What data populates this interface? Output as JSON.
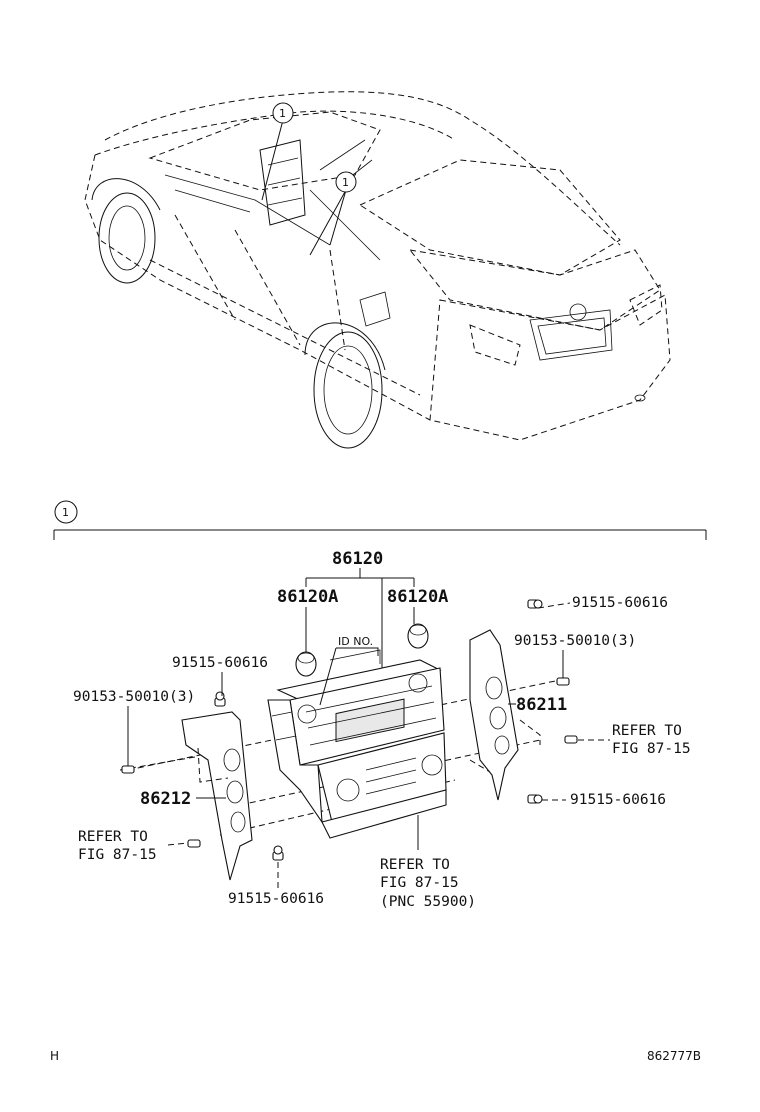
{
  "figure_number": "862777B",
  "page_letter": "H",
  "car_view": {
    "detail_markers": [
      "1",
      "1"
    ]
  },
  "detail_section": {
    "marker": "1"
  },
  "callouts": {
    "assembly": "86120",
    "knob_left": "86120A",
    "knob_right": "86120A",
    "id_no": "ID NO.",
    "screw_top_right": "91515-60616",
    "screw_right_upper": "90153-50010(3)",
    "bracket_right": "86211",
    "refer_right_line1": "REFER TO",
    "refer_right_line2": "FIG 87-15",
    "screw_right_lower": "91515-60616",
    "screw_left_upper": "91515-60616",
    "screw_left_qty": "90153-50010(3)",
    "bracket_left": "86212",
    "refer_left_line1": "REFER TO",
    "refer_left_line2": "FIG 87-15",
    "screw_bottom_left": "91515-60616",
    "refer_bottom_line1": "REFER TO",
    "refer_bottom_line2": "FIG 87-15",
    "refer_bottom_line3": "(PNC 55900)"
  }
}
